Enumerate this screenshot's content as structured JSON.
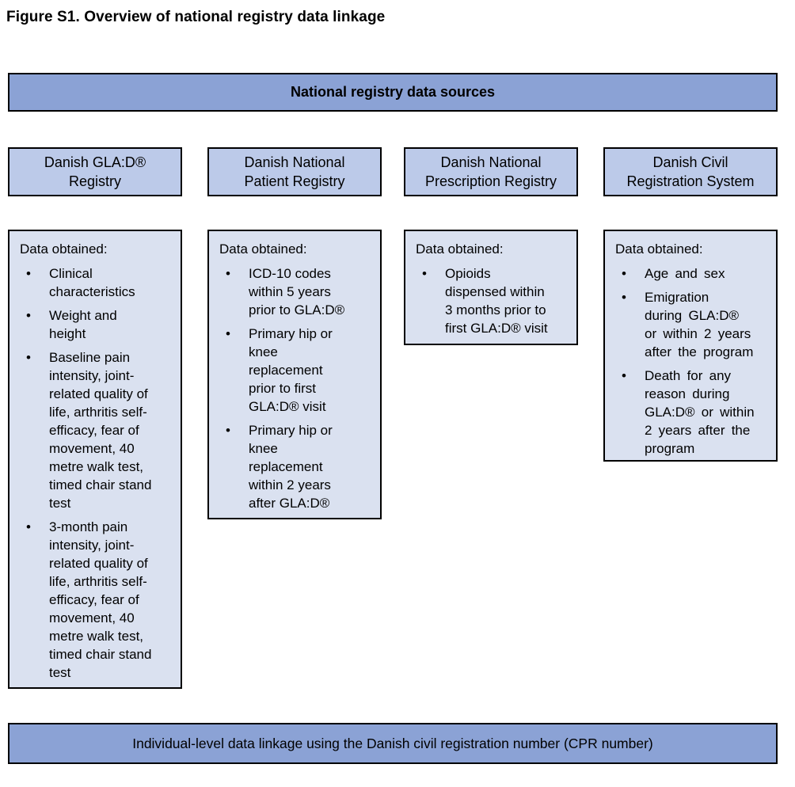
{
  "figure_title": "Figure S1. Overview of national registry data linkage",
  "top_banner": "National registry data sources",
  "bottom_banner": "Individual-level data linkage using the Danish civil registration number (CPR number)",
  "colors": {
    "banner": "#8BA2D5",
    "registry_box": "#BCCAE9",
    "data_box": "#DAE1F0",
    "border": "#000000"
  },
  "columns": [
    {
      "registry": "Danish GLA:D®\nRegistry",
      "data_label": "Data obtained:",
      "bullets": [
        "Clinical\ncharacteristics",
        "Weight and\nheight",
        "Baseline pain\nintensity, joint-\nrelated quality of\nlife, arthritis self-\nefficacy, fear of\nmovement, 40\nmetre walk test,\ntimed chair stand\ntest",
        "3-month pain\nintensity, joint-\nrelated quality of\nlife, arthritis self-\nefficacy, fear of\nmovement, 40\nmetre walk test,\ntimed chair stand\ntest"
      ]
    },
    {
      "registry": "Danish National\nPatient Registry",
      "data_label": "Data obtained:",
      "bullets": [
        "ICD-10 codes\nwithin 5 years\nprior to GLA:D®",
        "Primary hip or\nknee\nreplacement\nprior to first\nGLA:D® visit",
        "Primary hip or\nknee\nreplacement\nwithin 2 years\nafter GLA:D®"
      ]
    },
    {
      "registry": "Danish National\nPrescription Registry",
      "data_label": "Data obtained:",
      "bullets": [
        "Opioids\ndispensed within\n3 months prior to\nfirst GLA:D® visit"
      ]
    },
    {
      "registry": "Danish Civil\nRegistration System",
      "data_label": "Data obtained:",
      "bullets": [
        "Age and sex",
        "Emigration\nduring GLA:D®\nor within 2 years\nafter the program",
        "Death for any\nreason during\nGLA:D® or within\n2 years after the\nprogram"
      ]
    }
  ]
}
